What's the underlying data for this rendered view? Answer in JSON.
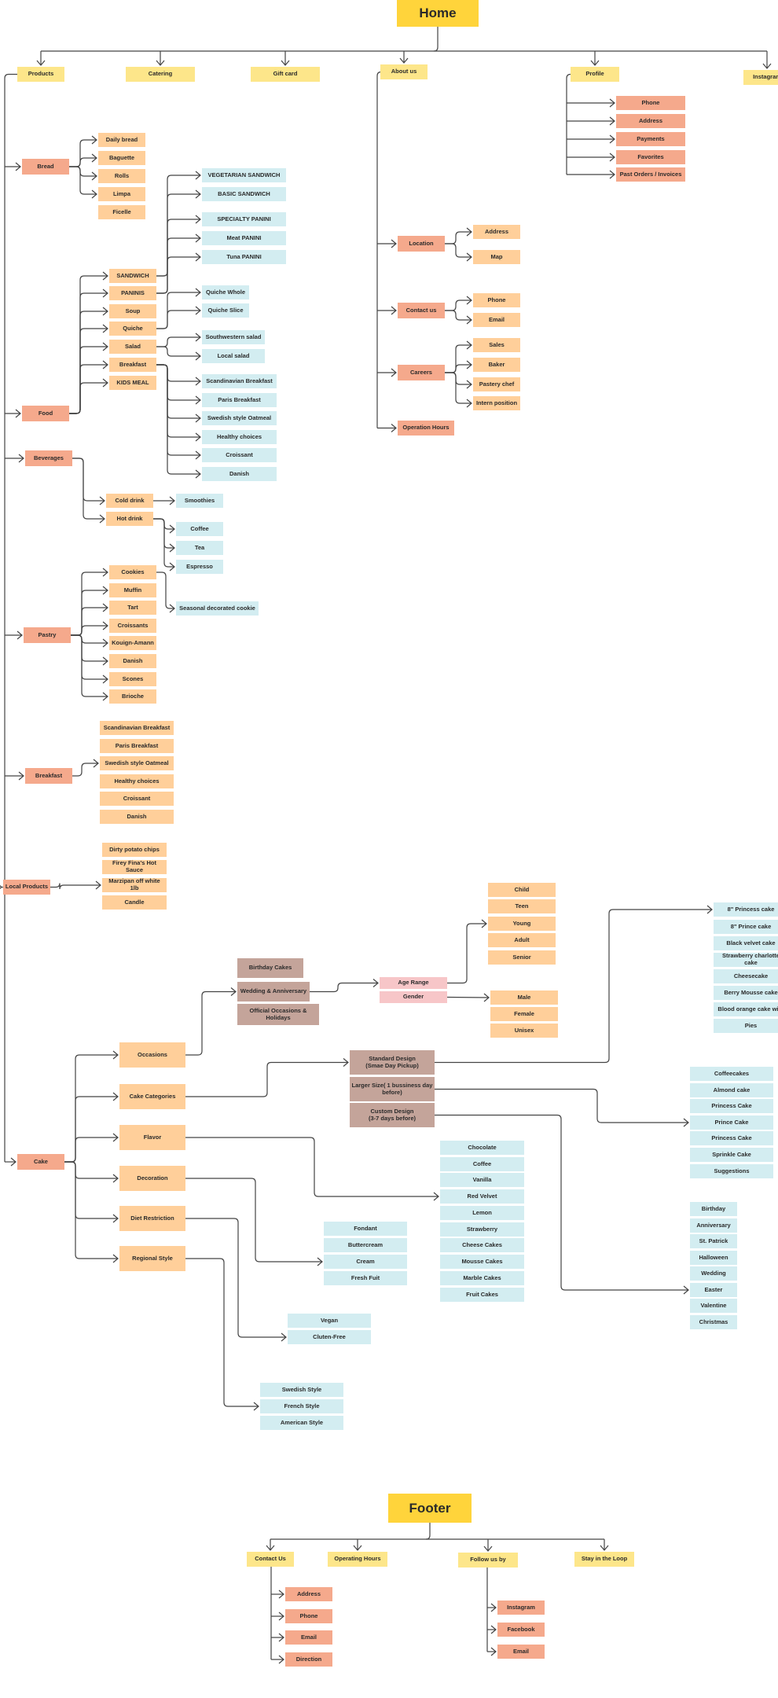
{
  "colors": {
    "hero": "#ffd43b",
    "category": "#fde68a",
    "section": "#f5a98c",
    "item": "#ffcf9a",
    "leaf": "#d3edf1",
    "design": "#c4a49a",
    "filter": "#f7c6c8",
    "line": "#444444"
  },
  "nodes": [
    {
      "id": "home",
      "label": "Home",
      "type": "hero",
      "parent": null
    },
    {
      "id": "products",
      "label": "Products",
      "type": "yellow",
      "parent": "home"
    },
    {
      "id": "catering",
      "label": "Catering",
      "type": "yellow",
      "parent": "home"
    },
    {
      "id": "giftcard",
      "label": "Gift card",
      "type": "yellow",
      "parent": "home"
    },
    {
      "id": "about",
      "label": "About us",
      "type": "yellow",
      "parent": "home"
    },
    {
      "id": "profile",
      "label": "Profile",
      "type": "yellow",
      "parent": "home"
    },
    {
      "id": "instagram",
      "label": "Instagram",
      "type": "yellow",
      "parent": "home"
    },
    {
      "id": "pr_phone",
      "label": "Phone",
      "type": "salmon",
      "parent": "profile"
    },
    {
      "id": "pr_address",
      "label": "Address",
      "type": "salmon",
      "parent": "profile"
    },
    {
      "id": "pr_payments",
      "label": "Payments",
      "type": "salmon",
      "parent": "profile"
    },
    {
      "id": "pr_favorites",
      "label": "Favorites",
      "type": "salmon",
      "parent": "profile"
    },
    {
      "id": "pr_orders",
      "label": "Past Orders / Invoices",
      "type": "salmon",
      "parent": "profile"
    },
    {
      "id": "location",
      "label": "Location",
      "type": "salmon",
      "parent": "about"
    },
    {
      "id": "contact",
      "label": "Contact us",
      "type": "salmon",
      "parent": "about"
    },
    {
      "id": "careers",
      "label": "Careers",
      "type": "salmon",
      "parent": "about"
    },
    {
      "id": "ophours",
      "label": "Operation Hours",
      "type": "salmon",
      "parent": "about"
    },
    {
      "id": "loc_address",
      "label": "Address",
      "type": "orange",
      "parent": "location"
    },
    {
      "id": "loc_map",
      "label": "Map",
      "type": "orange",
      "parent": "location"
    },
    {
      "id": "con_phone",
      "label": "Phone",
      "type": "orange",
      "parent": "contact"
    },
    {
      "id": "con_email",
      "label": "Email",
      "type": "orange",
      "parent": "contact"
    },
    {
      "id": "car_sales",
      "label": "Sales",
      "type": "orange",
      "parent": "careers"
    },
    {
      "id": "car_baker",
      "label": "Baker",
      "type": "orange",
      "parent": "careers"
    },
    {
      "id": "car_pastry",
      "label": "Pastery chef",
      "type": "orange",
      "parent": "careers"
    },
    {
      "id": "car_intern",
      "label": "Intern position",
      "type": "orange",
      "parent": "careers"
    },
    {
      "id": "bread",
      "label": "Bread",
      "type": "salmon",
      "parent": "products"
    },
    {
      "id": "food",
      "label": "Food",
      "type": "salmon",
      "parent": "products"
    },
    {
      "id": "beverages",
      "label": "Beverages",
      "type": "salmon",
      "parent": "products"
    },
    {
      "id": "pastry",
      "label": "Pastry",
      "type": "salmon",
      "parent": "products"
    },
    {
      "id": "breakfast",
      "label": "Breakfast",
      "type": "salmon",
      "parent": "products"
    },
    {
      "id": "local",
      "label": "Local Products",
      "type": "salmon",
      "parent": "products"
    },
    {
      "id": "cake",
      "label": "Cake",
      "type": "salmon",
      "parent": "products"
    },
    {
      "id": "br_daily",
      "label": "Daily bread",
      "type": "orange",
      "parent": "bread"
    },
    {
      "id": "br_baguette",
      "label": "Baguette",
      "type": "orange",
      "parent": "bread"
    },
    {
      "id": "br_rolls",
      "label": "Rolls",
      "type": "orange",
      "parent": "bread"
    },
    {
      "id": "br_limpa",
      "label": "Limpa",
      "type": "orange",
      "parent": "bread"
    },
    {
      "id": "br_ficelle",
      "label": "Ficelle",
      "type": "orange",
      "parent": null
    },
    {
      "id": "fd_sandwich",
      "label": "SANDWICH",
      "type": "orange",
      "parent": "food"
    },
    {
      "id": "fd_panini",
      "label": "PANINIS",
      "type": "orange",
      "parent": "food"
    },
    {
      "id": "fd_soup",
      "label": "Soup",
      "type": "orange",
      "parent": "food"
    },
    {
      "id": "fd_quiche",
      "label": "Quiche",
      "type": "orange",
      "parent": "food"
    },
    {
      "id": "fd_salad",
      "label": "Salad",
      "type": "orange",
      "parent": "food"
    },
    {
      "id": "fd_breakfast",
      "label": "Breakfast",
      "type": "orange",
      "parent": "food"
    },
    {
      "id": "fd_kids",
      "label": "KIDS MEAL",
      "type": "orange",
      "parent": "food"
    },
    {
      "id": "sw_veg",
      "label": "VEGETARIAN SANDWICH",
      "type": "cyan",
      "parent": "fd_sandwich"
    },
    {
      "id": "sw_basic",
      "label": "BASIC SANDWICH",
      "type": "cyan",
      "parent": "fd_sandwich"
    },
    {
      "id": "pn_special",
      "label": "SPECIALTY PANINI",
      "type": "cyan",
      "parent": "fd_panini"
    },
    {
      "id": "pn_meat",
      "label": "Meat PANINI",
      "type": "cyan",
      "parent": "fd_panini"
    },
    {
      "id": "pn_tuna",
      "label": "Tuna PANINI",
      "type": "cyan",
      "parent": "fd_panini"
    },
    {
      "id": "qu_whole",
      "label": "Quiche Whole",
      "type": "cyan",
      "parent": "fd_quiche"
    },
    {
      "id": "qu_slice",
      "label": "Quiche Slice",
      "type": "cyan",
      "parent": "fd_quiche"
    },
    {
      "id": "sa_sw",
      "label": "Southwestern salad",
      "type": "cyan",
      "parent": "fd_salad"
    },
    {
      "id": "sa_local",
      "label": "Local salad",
      "type": "cyan",
      "parent": "fd_salad"
    },
    {
      "id": "fb_scand",
      "label": "Scandinavian Breakfast",
      "type": "cyan",
      "parent": "fd_breakfast"
    },
    {
      "id": "fb_paris",
      "label": "Paris Breakfast",
      "type": "cyan",
      "parent": "fd_breakfast"
    },
    {
      "id": "fb_swedish",
      "label": "Swedish style Oatmeal",
      "type": "cyan",
      "parent": "fd_breakfast"
    },
    {
      "id": "fb_healthy",
      "label": "Healthy choices",
      "type": "cyan",
      "parent": "fd_breakfast"
    },
    {
      "id": "fb_croissant",
      "label": "Croissant",
      "type": "cyan",
      "parent": "fd_breakfast"
    },
    {
      "id": "fb_danish",
      "label": "Danish",
      "type": "cyan",
      "parent": "fd_breakfast"
    },
    {
      "id": "bv_cold",
      "label": "Cold drink",
      "type": "orange",
      "parent": "beverages"
    },
    {
      "id": "bv_hot",
      "label": "Hot drink",
      "type": "orange",
      "parent": "beverages"
    },
    {
      "id": "bv_smoothies",
      "label": "Smoothies",
      "type": "cyan",
      "parent": "bv_cold"
    },
    {
      "id": "bv_coffee",
      "label": "Coffee",
      "type": "cyan",
      "parent": "bv_hot"
    },
    {
      "id": "bv_tea",
      "label": "Tea",
      "type": "cyan",
      "parent": "bv_hot"
    },
    {
      "id": "bv_espresso",
      "label": "Espresso",
      "type": "cyan",
      "parent": "bv_hot"
    },
    {
      "id": "ps_cookies",
      "label": "Cookies",
      "type": "orange",
      "parent": "pastry"
    },
    {
      "id": "ps_muffin",
      "label": "Muffin",
      "type": "orange",
      "parent": "pastry"
    },
    {
      "id": "ps_tart",
      "label": "Tart",
      "type": "orange",
      "parent": "pastry"
    },
    {
      "id": "ps_croissants",
      "label": "Croissants",
      "type": "orange",
      "parent": "pastry"
    },
    {
      "id": "ps_kouign",
      "label": "Kouign-Amann",
      "type": "orange",
      "parent": "pastry"
    },
    {
      "id": "ps_danish",
      "label": "Danish",
      "type": "orange",
      "parent": "pastry"
    },
    {
      "id": "ps_scones",
      "label": "Scones",
      "type": "orange",
      "parent": "pastry"
    },
    {
      "id": "ps_brioche",
      "label": "Brioche",
      "type": "orange",
      "parent": "pastry"
    },
    {
      "id": "ps_seasonal",
      "label": "Seasonal decorated cookie",
      "type": "cyan",
      "parent": "ps_cookies"
    },
    {
      "id": "bk_scand",
      "label": "Scandinavian Breakfast",
      "type": "orange",
      "parent": null
    },
    {
      "id": "bk_paris",
      "label": "Paris Breakfast",
      "type": "orange",
      "parent": null
    },
    {
      "id": "bk_swedish",
      "label": "Swedish style Oatmeal",
      "type": "orange",
      "parent": "breakfast"
    },
    {
      "id": "bk_healthy",
      "label": "Healthy choices",
      "type": "orange",
      "parent": null
    },
    {
      "id": "bk_croissant",
      "label": "Croissant",
      "type": "orange",
      "parent": null
    },
    {
      "id": "bk_danish",
      "label": "Danish",
      "type": "orange",
      "parent": null
    },
    {
      "id": "lp_chips",
      "label": "Dirty potato chips",
      "type": "orange",
      "parent": null
    },
    {
      "id": "lp_sauce",
      "label": "Firey Fina's Hot Sauce",
      "type": "orange",
      "parent": null
    },
    {
      "id": "lp_marzipan",
      "label": "Marzipan off white 1lb",
      "type": "orange",
      "parent": "local"
    },
    {
      "id": "lp_candle",
      "label": "Candle",
      "type": "orange",
      "parent": null
    },
    {
      "id": "ck_occasions",
      "label": "Occasions",
      "type": "sec",
      "parent": "cake"
    },
    {
      "id": "ck_categories",
      "label": "Cake Categories",
      "type": "sec",
      "parent": "cake"
    },
    {
      "id": "ck_flavor",
      "label": "Flavor",
      "type": "sec",
      "parent": "cake"
    },
    {
      "id": "ck_decoration",
      "label": "Decoration",
      "type": "sec",
      "parent": "cake"
    },
    {
      "id": "ck_diet",
      "label": "Diet Restriction",
      "type": "sec",
      "parent": "cake"
    },
    {
      "id": "ck_regional",
      "label": "Regional Style",
      "type": "sec",
      "parent": "cake"
    },
    {
      "id": "oc_birthday",
      "label": "Birthday Cakes",
      "type": "brown",
      "parent": null
    },
    {
      "id": "oc_wedding",
      "label": "Wedding & Anniversary",
      "type": "brown",
      "parent": "ck_occasions"
    },
    {
      "id": "oc_official",
      "label": "Official Occasions & Holidays",
      "type": "brown",
      "parent": null
    },
    {
      "id": "f_age",
      "label": "Age Range",
      "type": "pink",
      "parent": "oc_wedding"
    },
    {
      "id": "f_gender",
      "label": "Gender",
      "type": "pink",
      "parent": null
    },
    {
      "id": "ag_child",
      "label": "Child",
      "type": "orange",
      "parent": null
    },
    {
      "id": "ag_teen",
      "label": "Teen",
      "type": "orange",
      "parent": null
    },
    {
      "id": "ag_young",
      "label": "Young",
      "type": "orange",
      "parent": "f_age"
    },
    {
      "id": "ag_adult",
      "label": "Adult",
      "type": "orange",
      "parent": null
    },
    {
      "id": "ag_senior",
      "label": "Senior",
      "type": "orange",
      "parent": null
    },
    {
      "id": "gd_male",
      "label": "Male",
      "type": "orange",
      "parent": "f_gender"
    },
    {
      "id": "gd_female",
      "label": "Female",
      "type": "orange",
      "parent": null
    },
    {
      "id": "gd_unisex",
      "label": "Unisex",
      "type": "orange",
      "parent": null
    },
    {
      "id": "ds_standard",
      "label": "Standard Design\n(Smae Day Pickup)",
      "type": "brown",
      "parent": "ck_categories"
    },
    {
      "id": "ds_larger",
      "label": "Larger Size( 1 bussiness day\nbefore)",
      "type": "brown",
      "parent": null
    },
    {
      "id": "ds_custom",
      "label": "Custom Design\n(3-7 days before)",
      "type": "brown",
      "parent": null
    },
    {
      "id": "sd_8princess",
      "label": "8\" Princess cake",
      "type": "cyan",
      "parent": "ds_standard"
    },
    {
      "id": "sd_8prince",
      "label": "8\" Prince cake",
      "type": "cyan",
      "parent": null
    },
    {
      "id": "sd_velvet",
      "label": "Black velvet cake",
      "type": "cyan",
      "parent": null
    },
    {
      "id": "sd_charlotte",
      "label": "Strawberry charlotte cake",
      "type": "cyan",
      "parent": null
    },
    {
      "id": "sd_cheese",
      "label": "Cheesecake",
      "type": "cyan",
      "parent": null
    },
    {
      "id": "sd_mousse",
      "label": "Berry Mousse cake",
      "type": "cyan",
      "parent": null
    },
    {
      "id": "sd_blood",
      "label": "Blood orange cake with",
      "type": "cyan",
      "parent": null
    },
    {
      "id": "sd_pies",
      "label": "Pies",
      "type": "cyan",
      "parent": null
    },
    {
      "id": "ls_coffee",
      "label": "Coffeecakes",
      "type": "cyan",
      "parent": null
    },
    {
      "id": "ls_almond",
      "label": "Almond cake",
      "type": "cyan",
      "parent": null
    },
    {
      "id": "ls_princess",
      "label": "Princess Cake",
      "type": "cyan",
      "parent": null
    },
    {
      "id": "ls_prince",
      "label": "Prince Cake",
      "type": "cyan",
      "parent": "ds_larger"
    },
    {
      "id": "ls_princess2",
      "label": "Princess Cake",
      "type": "cyan",
      "parent": null
    },
    {
      "id": "ls_sprinkle",
      "label": "Sprinkle Cake",
      "type": "cyan",
      "parent": null
    },
    {
      "id": "ls_suggest",
      "label": "Suggestions",
      "type": "cyan",
      "parent": null
    },
    {
      "id": "cd_birthday",
      "label": "Birthday",
      "type": "cyan",
      "parent": null
    },
    {
      "id": "cd_anniv",
      "label": "Anniversary",
      "type": "cyan",
      "parent": null
    },
    {
      "id": "cd_patrick",
      "label": "St. Patrick",
      "type": "cyan",
      "parent": null
    },
    {
      "id": "cd_halloween",
      "label": "Halloween",
      "type": "cyan",
      "parent": null
    },
    {
      "id": "cd_wedding",
      "label": "Wedding",
      "type": "cyan",
      "parent": null
    },
    {
      "id": "cd_easter",
      "label": "Easter",
      "type": "cyan",
      "parent": "ds_custom"
    },
    {
      "id": "cd_valentine",
      "label": "Valentine",
      "type": "cyan",
      "parent": null
    },
    {
      "id": "cd_christmas",
      "label": "Christmas",
      "type": "cyan",
      "parent": null
    },
    {
      "id": "fl_chocolate",
      "label": "Chocolate",
      "type": "cyan",
      "parent": null
    },
    {
      "id": "fl_coffee",
      "label": "Coffee",
      "type": "cyan",
      "parent": null
    },
    {
      "id": "fl_vanilla",
      "label": "Vanilla",
      "type": "cyan",
      "parent": null
    },
    {
      "id": "fl_redvelvet",
      "label": "Red Velvet",
      "type": "cyan",
      "parent": "ck_flavor"
    },
    {
      "id": "fl_lemon",
      "label": "Lemon",
      "type": "cyan",
      "parent": null
    },
    {
      "id": "fl_strawberry",
      "label": "Strawberry",
      "type": "cyan",
      "parent": null
    },
    {
      "id": "fl_cheese",
      "label": "Cheese Cakes",
      "type": "cyan",
      "parent": null
    },
    {
      "id": "fl_mousse",
      "label": "Mousse Cakes",
      "type": "cyan",
      "parent": null
    },
    {
      "id": "fl_marble",
      "label": "Marble Cakes",
      "type": "cyan",
      "parent": null
    },
    {
      "id": "fl_fruit",
      "label": "Fruit Cakes",
      "type": "cyan",
      "parent": null
    },
    {
      "id": "dc_fondant",
      "label": "Fondant",
      "type": "cyan",
      "parent": null
    },
    {
      "id": "dc_butter",
      "label": "Buttercream",
      "type": "cyan",
      "parent": null
    },
    {
      "id": "dc_cream",
      "label": "Cream",
      "type": "cyan",
      "parent": "ck_decoration"
    },
    {
      "id": "dc_fruit",
      "label": "Fresh Fuit",
      "type": "cyan",
      "parent": null
    },
    {
      "id": "dr_vegan",
      "label": "Vegan",
      "type": "cyan",
      "parent": null
    },
    {
      "id": "dr_gluten",
      "label": "Cluten-Free",
      "type": "cyan",
      "parent": "ck_diet"
    },
    {
      "id": "rs_swedish",
      "label": "Swedish Style",
      "type": "cyan",
      "parent": null
    },
    {
      "id": "rs_french",
      "label": "French Style",
      "type": "cyan",
      "parent": "ck_regional"
    },
    {
      "id": "rs_american",
      "label": "American Style",
      "type": "cyan",
      "parent": null
    },
    {
      "id": "footer",
      "label": "Footer",
      "type": "hero",
      "parent": null
    },
    {
      "id": "ft_contact",
      "label": "Contact Us",
      "type": "yellow",
      "parent": "footer"
    },
    {
      "id": "ft_hours",
      "label": "Operating Hours",
      "type": "yellow",
      "parent": "footer"
    },
    {
      "id": "ft_follow",
      "label": "Follow us by",
      "type": "yellow",
      "parent": "footer"
    },
    {
      "id": "ft_loop",
      "label": "Stay in the Loop",
      "type": "yellow",
      "parent": "footer"
    },
    {
      "id": "fc_address",
      "label": "Address",
      "type": "salmon",
      "parent": "ft_contact"
    },
    {
      "id": "fc_phone",
      "label": "Phone",
      "type": "salmon",
      "parent": "ft_contact"
    },
    {
      "id": "fc_email",
      "label": "Email",
      "type": "salmon",
      "parent": "ft_contact"
    },
    {
      "id": "fc_direction",
      "label": "Direction",
      "type": "salmon",
      "parent": "ft_contact"
    },
    {
      "id": "ff_instagram",
      "label": "Instagram",
      "type": "salmon",
      "parent": "ft_follow"
    },
    {
      "id": "ff_facebook",
      "label": "Facebook",
      "type": "salmon",
      "parent": "ft_follow"
    },
    {
      "id": "ff_email",
      "label": "Email",
      "type": "salmon",
      "parent": "ft_follow"
    }
  ]
}
